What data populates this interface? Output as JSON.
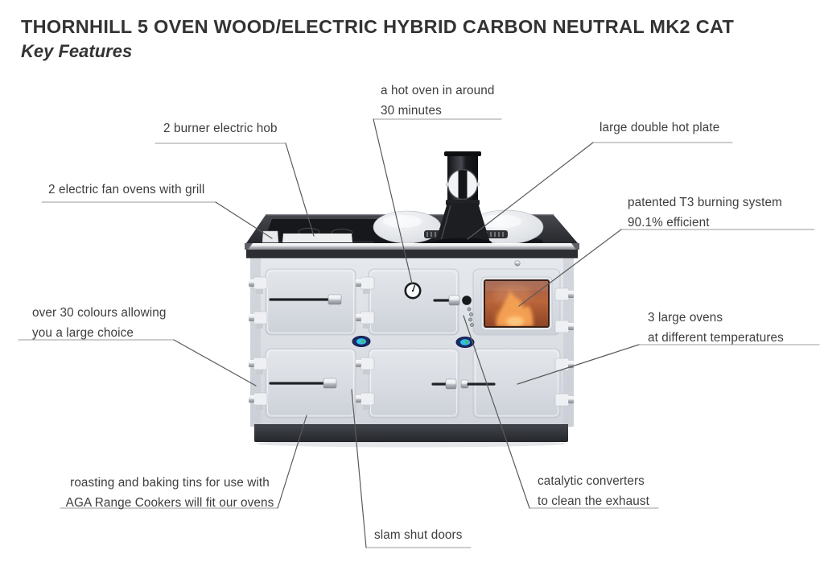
{
  "header": {
    "title": "THORNHILL 5 OVEN WOOD/ELECTRIC HYBRID CARBON NEUTRAL MK2 CAT",
    "subtitle": "Key Features"
  },
  "callouts": {
    "hot_oven": "a hot oven in around\n30 minutes",
    "burner_hob": "2 burner electric hob",
    "double_hot_plate": "large double hot plate",
    "fan_ovens": "2 electric fan ovens with grill",
    "t3_system": "patented T3 burning system\n90.1% efficient",
    "colours": "over 30 colours allowing\nyou a large choice",
    "three_ovens": "3 large ovens\nat different temperatures",
    "roasting_tins": "roasting and baking tins for use with\nAGA Range Cookers will fit our ovens",
    "slam_doors": "slam shut doors",
    "catalytic": "catalytic converters\nto clean the exhaust"
  },
  "colors": {
    "title_text": "#333333",
    "label_text": "#3e3e3e",
    "leader_diagonal": "#5a5a5a",
    "leader_underline": "#9b9b9b",
    "cooker_body": "#dadde2",
    "cooker_top": "#2c2e33",
    "chrome": "#e7e9ec",
    "fire_flame": "#e8873c",
    "badge_navy": "#1d2a66",
    "badge_cyan": "#2fc0e8",
    "plinth": "#2b2d32"
  }
}
